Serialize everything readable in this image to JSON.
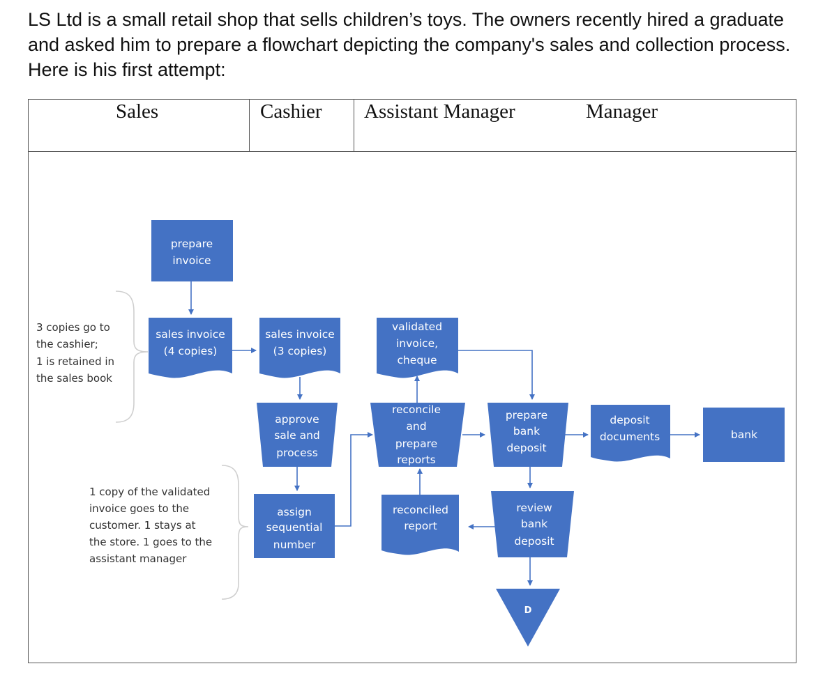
{
  "intro_text": "LS Ltd is a small retail shop that sells children’s toys. The owners recently hired a graduate and asked him to prepare a flowchart depicting the company's sales and collection process. Here is his first attempt:",
  "lanes": [
    "Sales",
    "Cashier",
    "Assistant Manager",
    "Manager"
  ],
  "nodes": {
    "prepare_invoice": [
      "prepare",
      "invoice"
    ],
    "sales_invoice_4": [
      "sales invoice",
      "(4 copies)"
    ],
    "sales_invoice_3": [
      "sales invoice",
      "(3 copies)"
    ],
    "approve_sale": [
      "approve",
      "sale and",
      "process"
    ],
    "assign_number": [
      "assign",
      "sequential",
      "number"
    ],
    "validated_invoice": [
      "validated",
      "invoice,",
      "cheque"
    ],
    "reconcile": [
      "reconcile",
      "and",
      "prepare",
      "reports"
    ],
    "reconciled_report": [
      "reconciled",
      "report"
    ],
    "prepare_deposit": [
      "prepare",
      "bank",
      "deposit"
    ],
    "review_deposit": [
      "review",
      "bank",
      "deposit"
    ],
    "deposit_documents": [
      "deposit",
      "documents"
    ],
    "bank": [
      "bank"
    ],
    "terminator": [
      "D"
    ]
  },
  "notes": {
    "copies_note": [
      "3 copies go to",
      "the cashier;",
      "1 is retained in",
      "the sales book"
    ],
    "validated_note": [
      "1 copy of the validated",
      "invoice goes to the",
      "customer. 1 stays at",
      "the store. 1 goes to the",
      "assistant manager"
    ]
  },
  "colors": {
    "shape_fill": "#4472c4",
    "shape_text": "#ffffff",
    "border": "#555555"
  }
}
